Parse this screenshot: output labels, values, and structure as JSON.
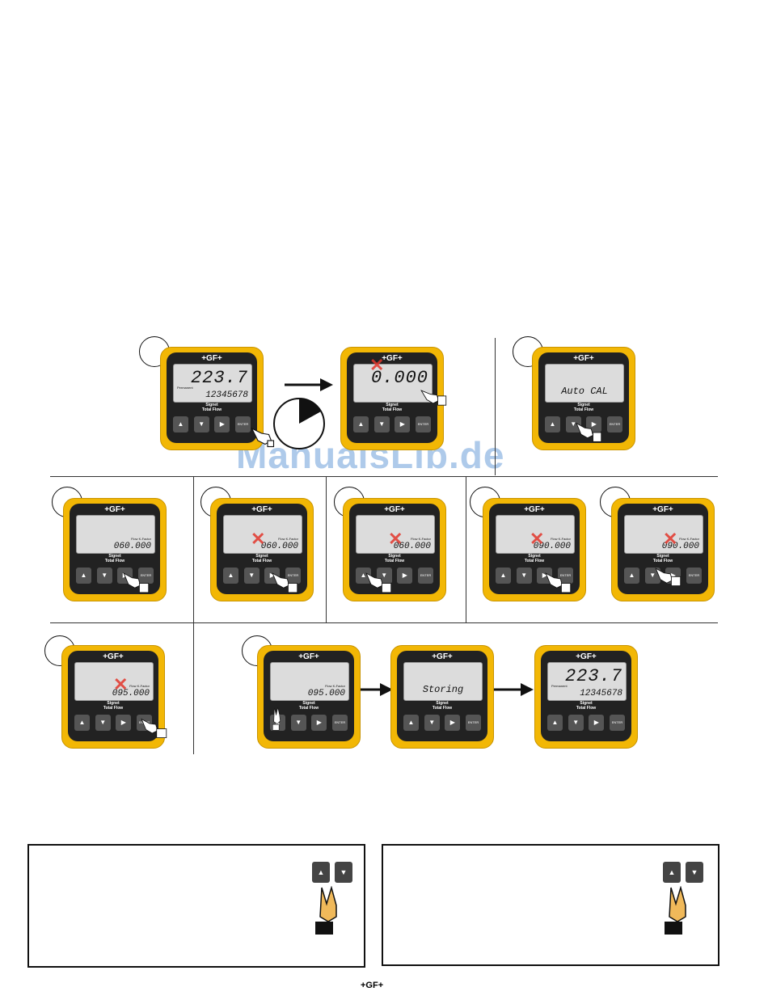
{
  "brand": "+GF+",
  "model_line1": "Signet",
  "model_line2": "Total Flow",
  "keys": {
    "up": "▲",
    "down": "▼",
    "right": "▶",
    "enter": "ENTER"
  },
  "labels": {
    "permanent": "Permanent",
    "flow_kfactor": "Flow K-Factor"
  },
  "screens": {
    "d1": {
      "big": "223.7",
      "small": "12345678"
    },
    "d2": {
      "big": "0.000"
    },
    "d3": {
      "msg": "Auto CAL"
    },
    "d4": {
      "small": "060.000"
    },
    "d5": {
      "small": "060.000"
    },
    "d6": {
      "small": "060.000"
    },
    "d7": {
      "small": "090.000"
    },
    "d8": {
      "small": "090.000"
    },
    "d9": {
      "small": "095.000"
    },
    "d10": {
      "small": "095.000"
    },
    "d11": {
      "msg": "Storing"
    },
    "d12": {
      "big": "223.7",
      "small": "12345678"
    }
  },
  "watermark": "ManualsLib.de",
  "footer": "+GF+",
  "colors": {
    "device": "#f2b705",
    "face": "#222222",
    "lcd": "#dcdcdc",
    "cross": "#e3362b"
  }
}
